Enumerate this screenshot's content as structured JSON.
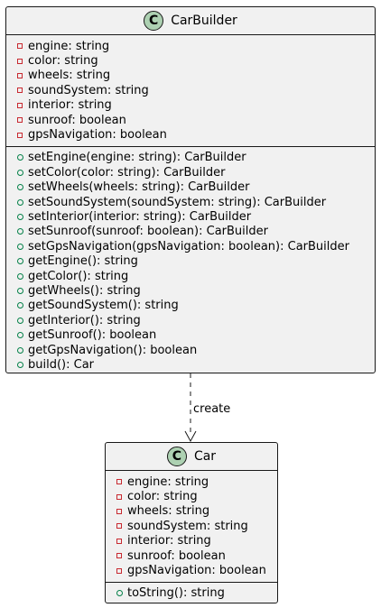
{
  "classes": {
    "carbuilder": {
      "icon_letter": "C",
      "name": "CarBuilder",
      "attributes": [
        "engine: string",
        "color: string",
        "wheels: string",
        "soundSystem: string",
        "interior: string",
        "sunroof: boolean",
        "gpsNavigation: boolean"
      ],
      "methods": [
        "setEngine(engine: string): CarBuilder",
        "setColor(color: string): CarBuilder",
        "setWheels(wheels: string): CarBuilder",
        "setSoundSystem(soundSystem: string): CarBuilder",
        "setInterior(interior: string): CarBuilder",
        "setSunroof(sunroof: boolean): CarBuilder",
        "setGpsNavigation(gpsNavigation: boolean): CarBuilder",
        "getEngine(): string",
        "getColor(): string",
        "getWheels(): string",
        "getSoundSystem(): string",
        "getInterior(): string",
        "getSunroof(): boolean",
        "getGpsNavigation(): boolean",
        "build(): Car"
      ]
    },
    "car": {
      "icon_letter": "C",
      "name": "Car",
      "attributes": [
        "engine: string",
        "color: string",
        "wheels: string",
        "soundSystem: string",
        "interior: string",
        "sunroof: boolean",
        "gpsNavigation: boolean"
      ],
      "methods": [
        "toString(): string"
      ]
    }
  },
  "relationship": {
    "label": "create",
    "style": "dashed-arrow"
  },
  "colors": {
    "class_fill": "#f1f1f1",
    "class_border": "#181818",
    "class_icon": "#add1b2",
    "private_marker": "#c82930",
    "public_marker": "#038048"
  }
}
